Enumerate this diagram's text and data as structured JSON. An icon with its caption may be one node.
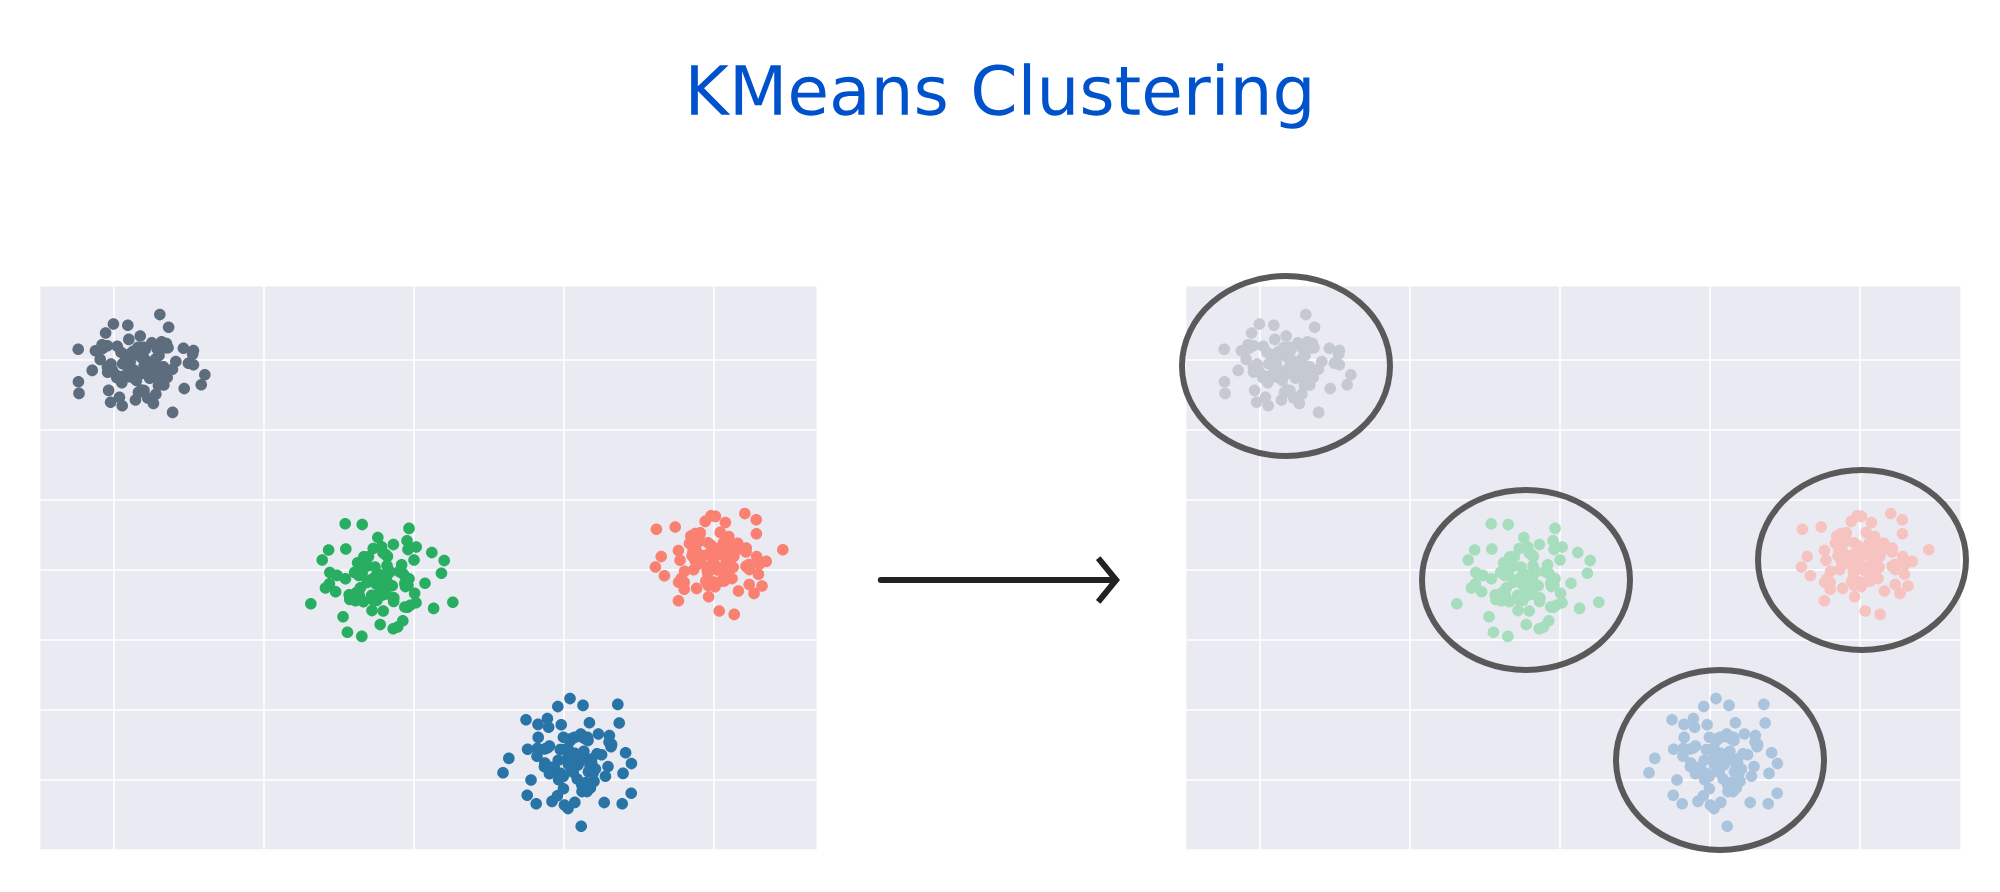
{
  "diagram": {
    "title": "KMeans Clustering",
    "nodes": [
      {
        "text": [],
        "shape": "picture"
      },
      {
        "text": [],
        "shape": "picture"
      }
    ],
    "edges": [
      {
        "from": 0,
        "to": 1,
        "arrow": "to"
      }
    ]
  }
}
